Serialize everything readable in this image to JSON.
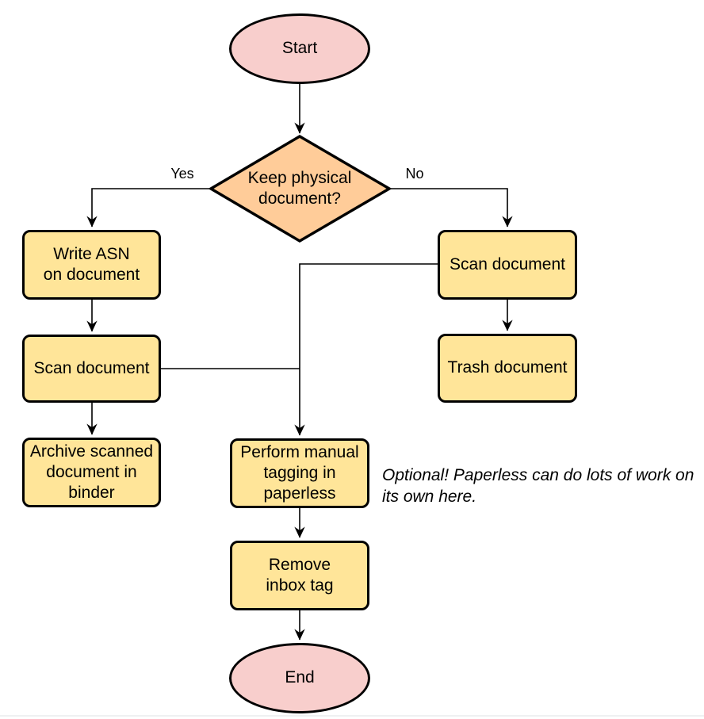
{
  "colors": {
    "terminator_fill": "#F8CECC",
    "decision_fill": "#FFCC99",
    "process_fill": "#FFE599",
    "stroke": "#000000"
  },
  "nodes": {
    "start": {
      "type": "terminator",
      "label": "Start"
    },
    "decision": {
      "type": "decision",
      "label": "Keep physical\ndocument?"
    },
    "write_asn": {
      "type": "process",
      "label": "Write ASN\non document"
    },
    "scan_left": {
      "type": "process",
      "label": "Scan document"
    },
    "archive": {
      "type": "process",
      "label": "Archive scanned\ndocument in\nbinder"
    },
    "scan_right": {
      "type": "process",
      "label": "Scan document"
    },
    "trash": {
      "type": "process",
      "label": "Trash document"
    },
    "perform_tagging": {
      "type": "process",
      "label": "Perform manual\ntagging in\npaperless"
    },
    "remove_inbox_tag": {
      "type": "process",
      "label": "Remove\ninbox tag"
    },
    "end": {
      "type": "terminator",
      "label": "End"
    }
  },
  "edge_labels": {
    "yes": "Yes",
    "no": "No"
  },
  "annotation": {
    "text": "Optional! Paperless can do lots of work on\nits own here."
  }
}
